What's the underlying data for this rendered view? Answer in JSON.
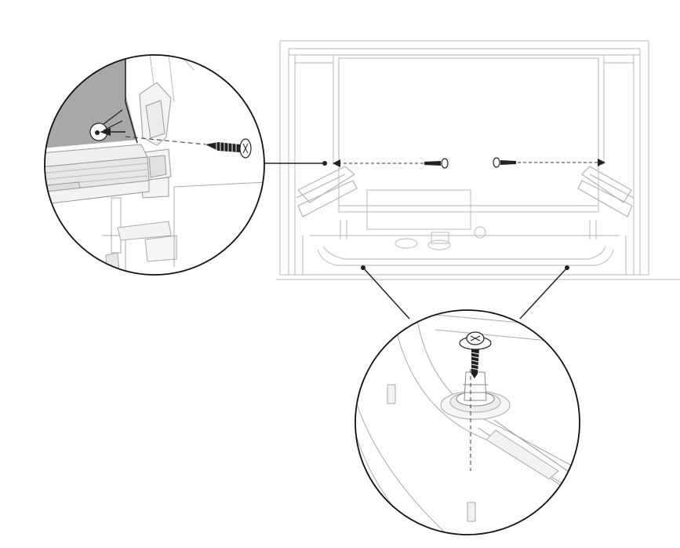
{
  "diagram": {
    "type": "installation-illustration",
    "subject": "dishwasher-cabinet-mounting",
    "colors": {
      "outline_light": "#bdbdbd",
      "outline_mid": "#9a9a9a",
      "outline_dark": "#222222",
      "shade": "#a9a9a9",
      "background": "#ffffff"
    },
    "icons": [
      "screw-icon",
      "washer-screw-icon",
      "arrow-icon",
      "dashed-guide-line",
      "magnifier-callout"
    ]
  }
}
